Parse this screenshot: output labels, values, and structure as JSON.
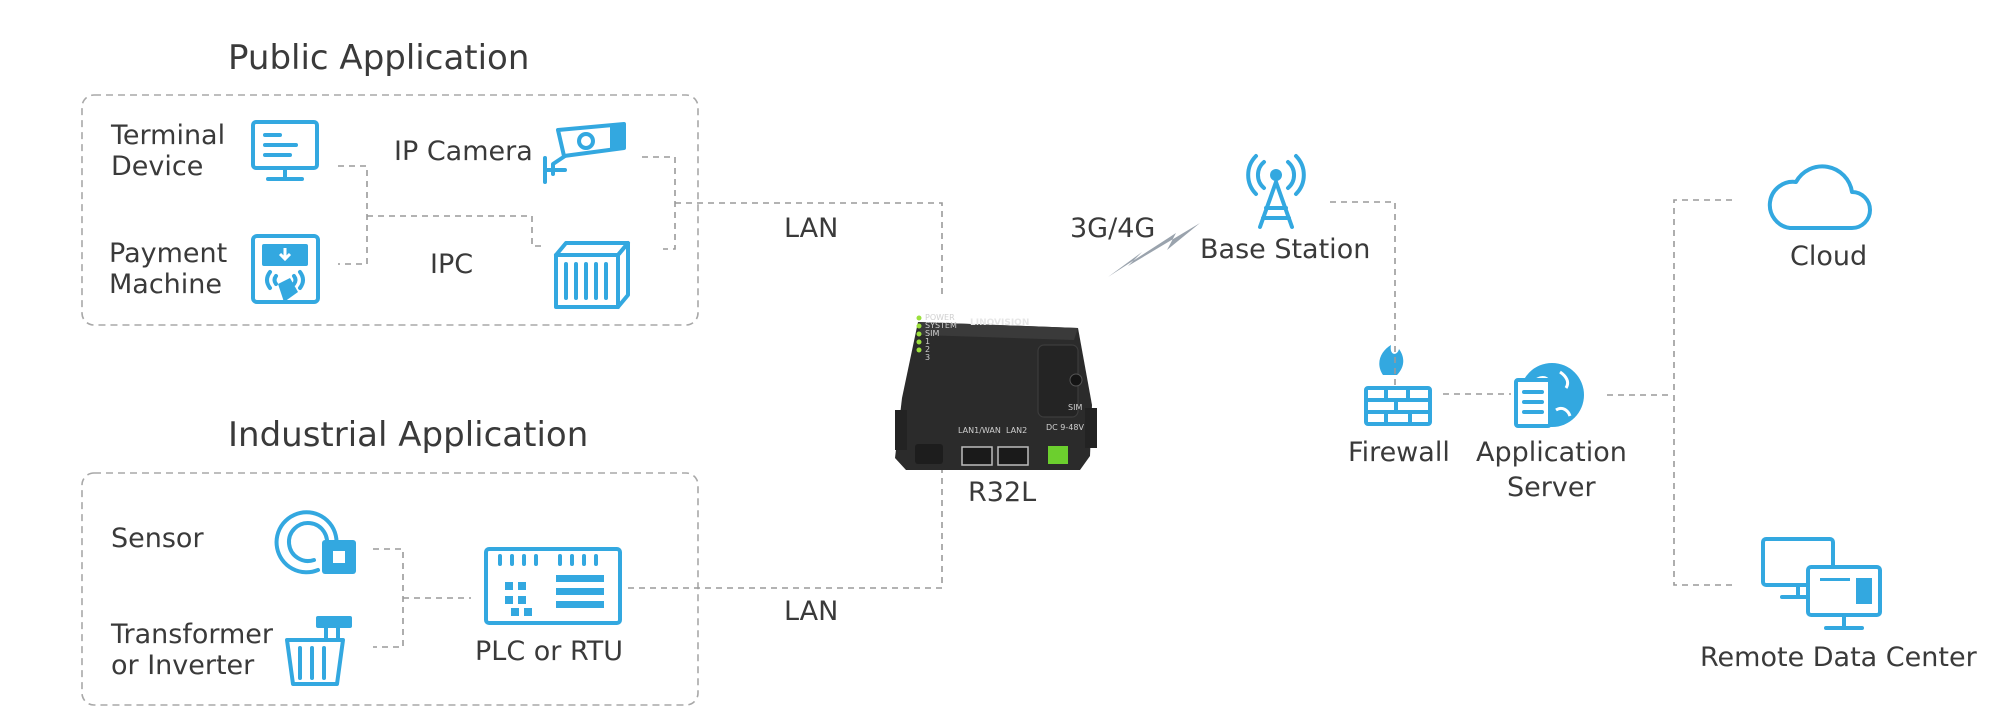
{
  "public_group": {
    "title": "Public Application",
    "terminal_device": [
      "Terminal",
      "Device"
    ],
    "payment_machine": [
      "Payment",
      "Machine"
    ],
    "ip_camera": "IP Camera",
    "ipc": "IPC"
  },
  "industrial_group": {
    "title": "Industrial Application",
    "sensor": "Sensor",
    "transformer": [
      "Transformer",
      "or Inverter"
    ],
    "plc": "PLC or RTU"
  },
  "links": {
    "lan_top": "LAN",
    "lan_bottom": "LAN",
    "cellular": "3G/4G"
  },
  "router": {
    "model": "R32L",
    "brand": "LINOVISION",
    "leds": [
      "POWER",
      "SYSTEM",
      "SIM",
      "1",
      "2",
      "3"
    ],
    "port_labels": [
      "LAN1/WAN",
      "LAN2"
    ],
    "sim_label": "SIM",
    "dc_label": "DC 9-48V"
  },
  "network": {
    "base_station": "Base Station",
    "firewall": "Firewall",
    "app_server": [
      "Application",
      "Server"
    ],
    "cloud": "Cloud",
    "remote_dc": "Remote Data Center"
  },
  "colors": {
    "icon": "#33a8e0",
    "line": "#9a9a9a",
    "text": "#3a3a3a",
    "router_body": "#2b2b2b",
    "led": "#9be03c"
  },
  "icons": [
    "monitor-icon",
    "card-reader-icon",
    "cctv-camera-icon",
    "server-cabinet-icon",
    "radio-tower-icon",
    "firewall-icon",
    "server-globe-icon",
    "cloud-icon",
    "computers-icon",
    "sensor-icon",
    "transformer-icon",
    "plc-board-icon",
    "wireless-bolt-icon"
  ]
}
